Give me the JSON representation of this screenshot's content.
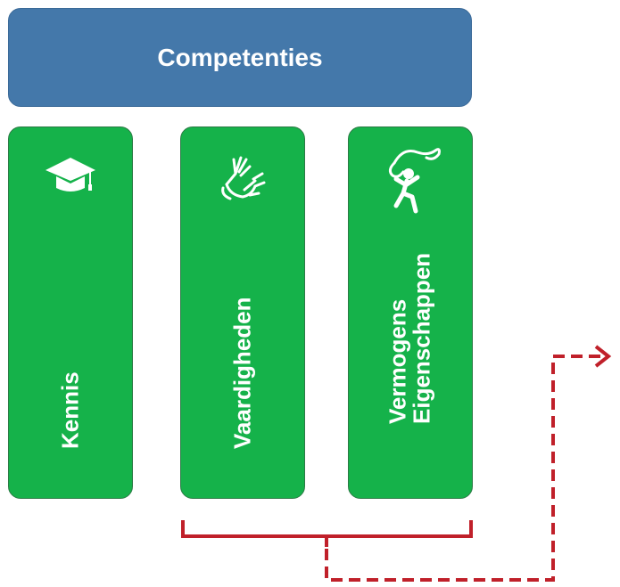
{
  "header": {
    "title": "Competenties"
  },
  "pillars": [
    {
      "label": "Kennis",
      "icon": "graduation-cap-icon"
    },
    {
      "label": "Vaardigheden",
      "icon": "hands-icon"
    },
    {
      "label_line1": "Vermogens",
      "label_line2": "Eigenschappen",
      "icon": "dancer-ribbon-icon"
    }
  ],
  "colors": {
    "header": "#4478aa",
    "pillar": "#15b24a",
    "bracket": "#c0202a"
  }
}
